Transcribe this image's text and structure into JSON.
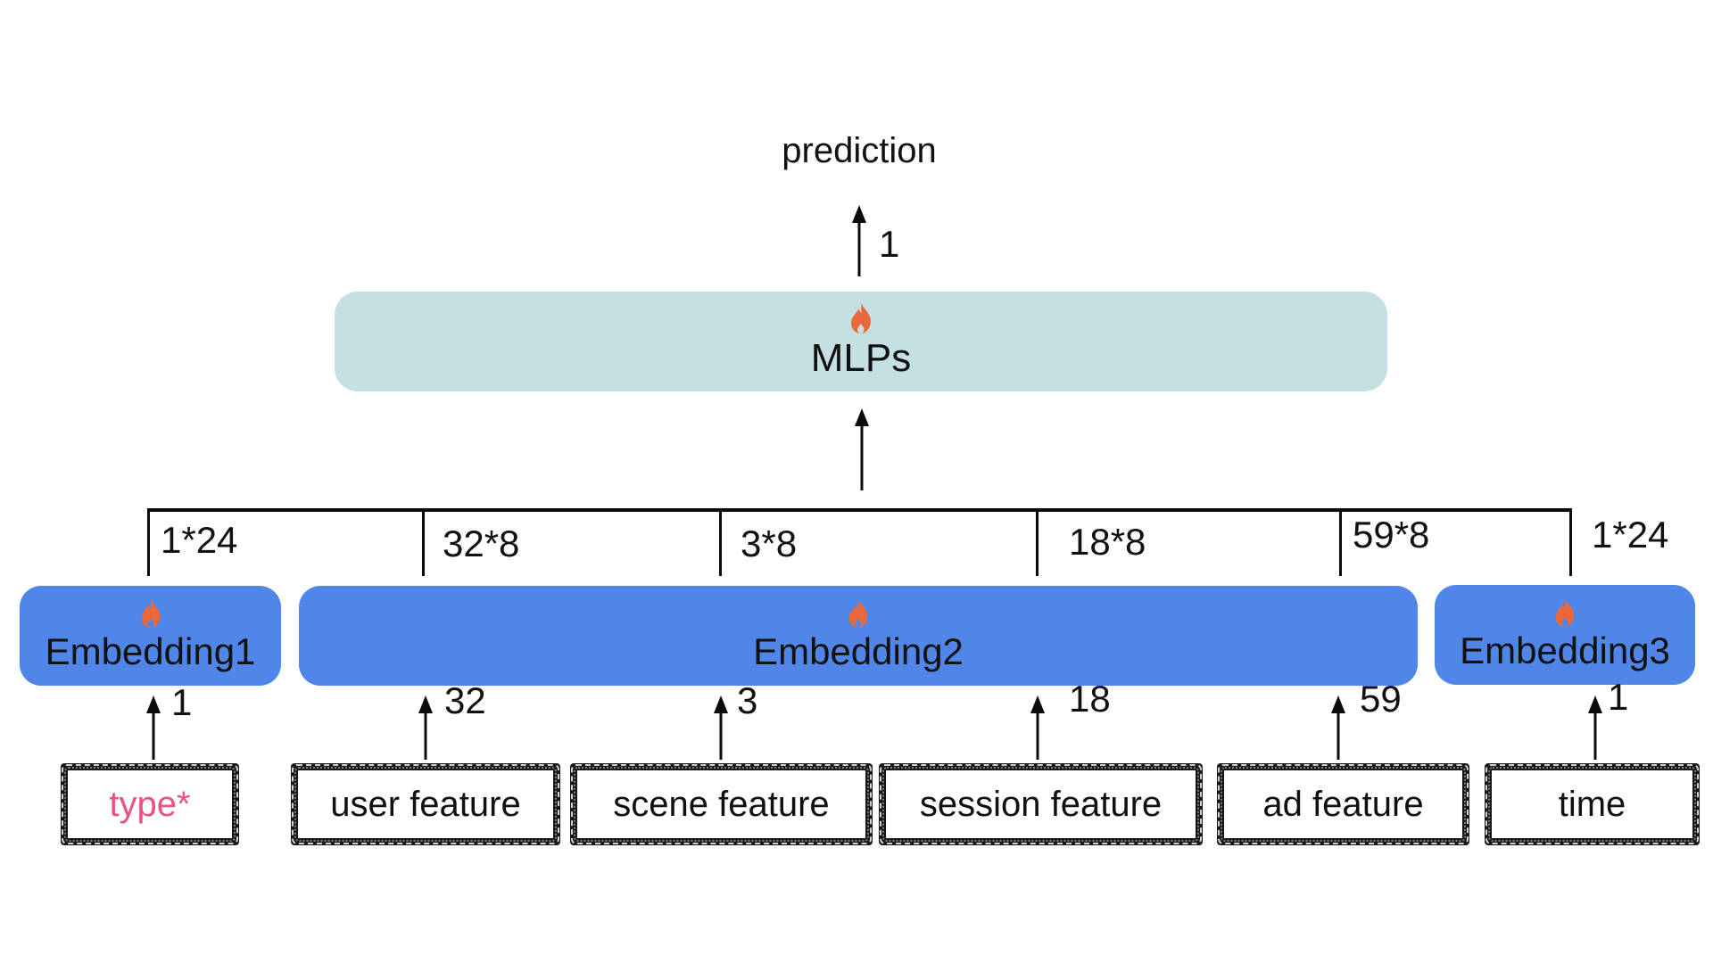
{
  "diagram": {
    "prediction_label": "prediction",
    "output_dim": "1",
    "mlp_label": "MLPs",
    "bus_labels": [
      "1*24",
      "32*8",
      "3*8",
      "18*8",
      "59*8",
      "1*24"
    ],
    "embedding_labels": [
      "Embedding1",
      "Embedding2",
      "Embedding3"
    ],
    "input_dims": [
      "1",
      "32",
      "3",
      "18",
      "59",
      "1"
    ],
    "feature_labels": [
      "type*",
      "user feature",
      "scene feature",
      "session feature",
      "ad feature",
      "time"
    ],
    "icons": {
      "trainable": "flame-icon"
    },
    "colors": {
      "embedding_blue": "#4f86e8",
      "mlp_teal": "#c4e0e2",
      "flame_orange": "#e8683a",
      "type_pink": "#e85383",
      "line": "#0b0b0b",
      "background": "#ffffff"
    }
  }
}
